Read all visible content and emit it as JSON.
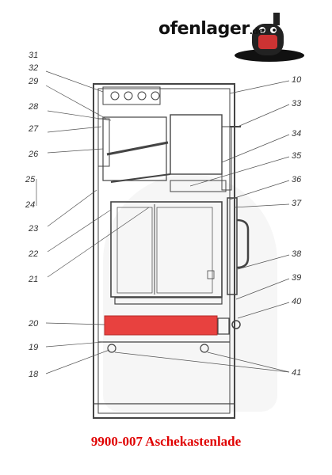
{
  "brand": {
    "name": "ofenlager",
    "tld": ".de",
    "logo_icon": "oven-mascot-icon"
  },
  "caption": "9900-007 Aschekastenlade",
  "highlight_color": "#e8413f",
  "part_numbers": {
    "left": [
      "31",
      "32",
      "29",
      "28",
      "27",
      "26",
      "25",
      "24",
      "23",
      "22",
      "21",
      "20",
      "19",
      "18"
    ],
    "right": [
      "10",
      "33",
      "34",
      "35",
      "36",
      "37",
      "38",
      "39",
      "40",
      "41"
    ]
  }
}
